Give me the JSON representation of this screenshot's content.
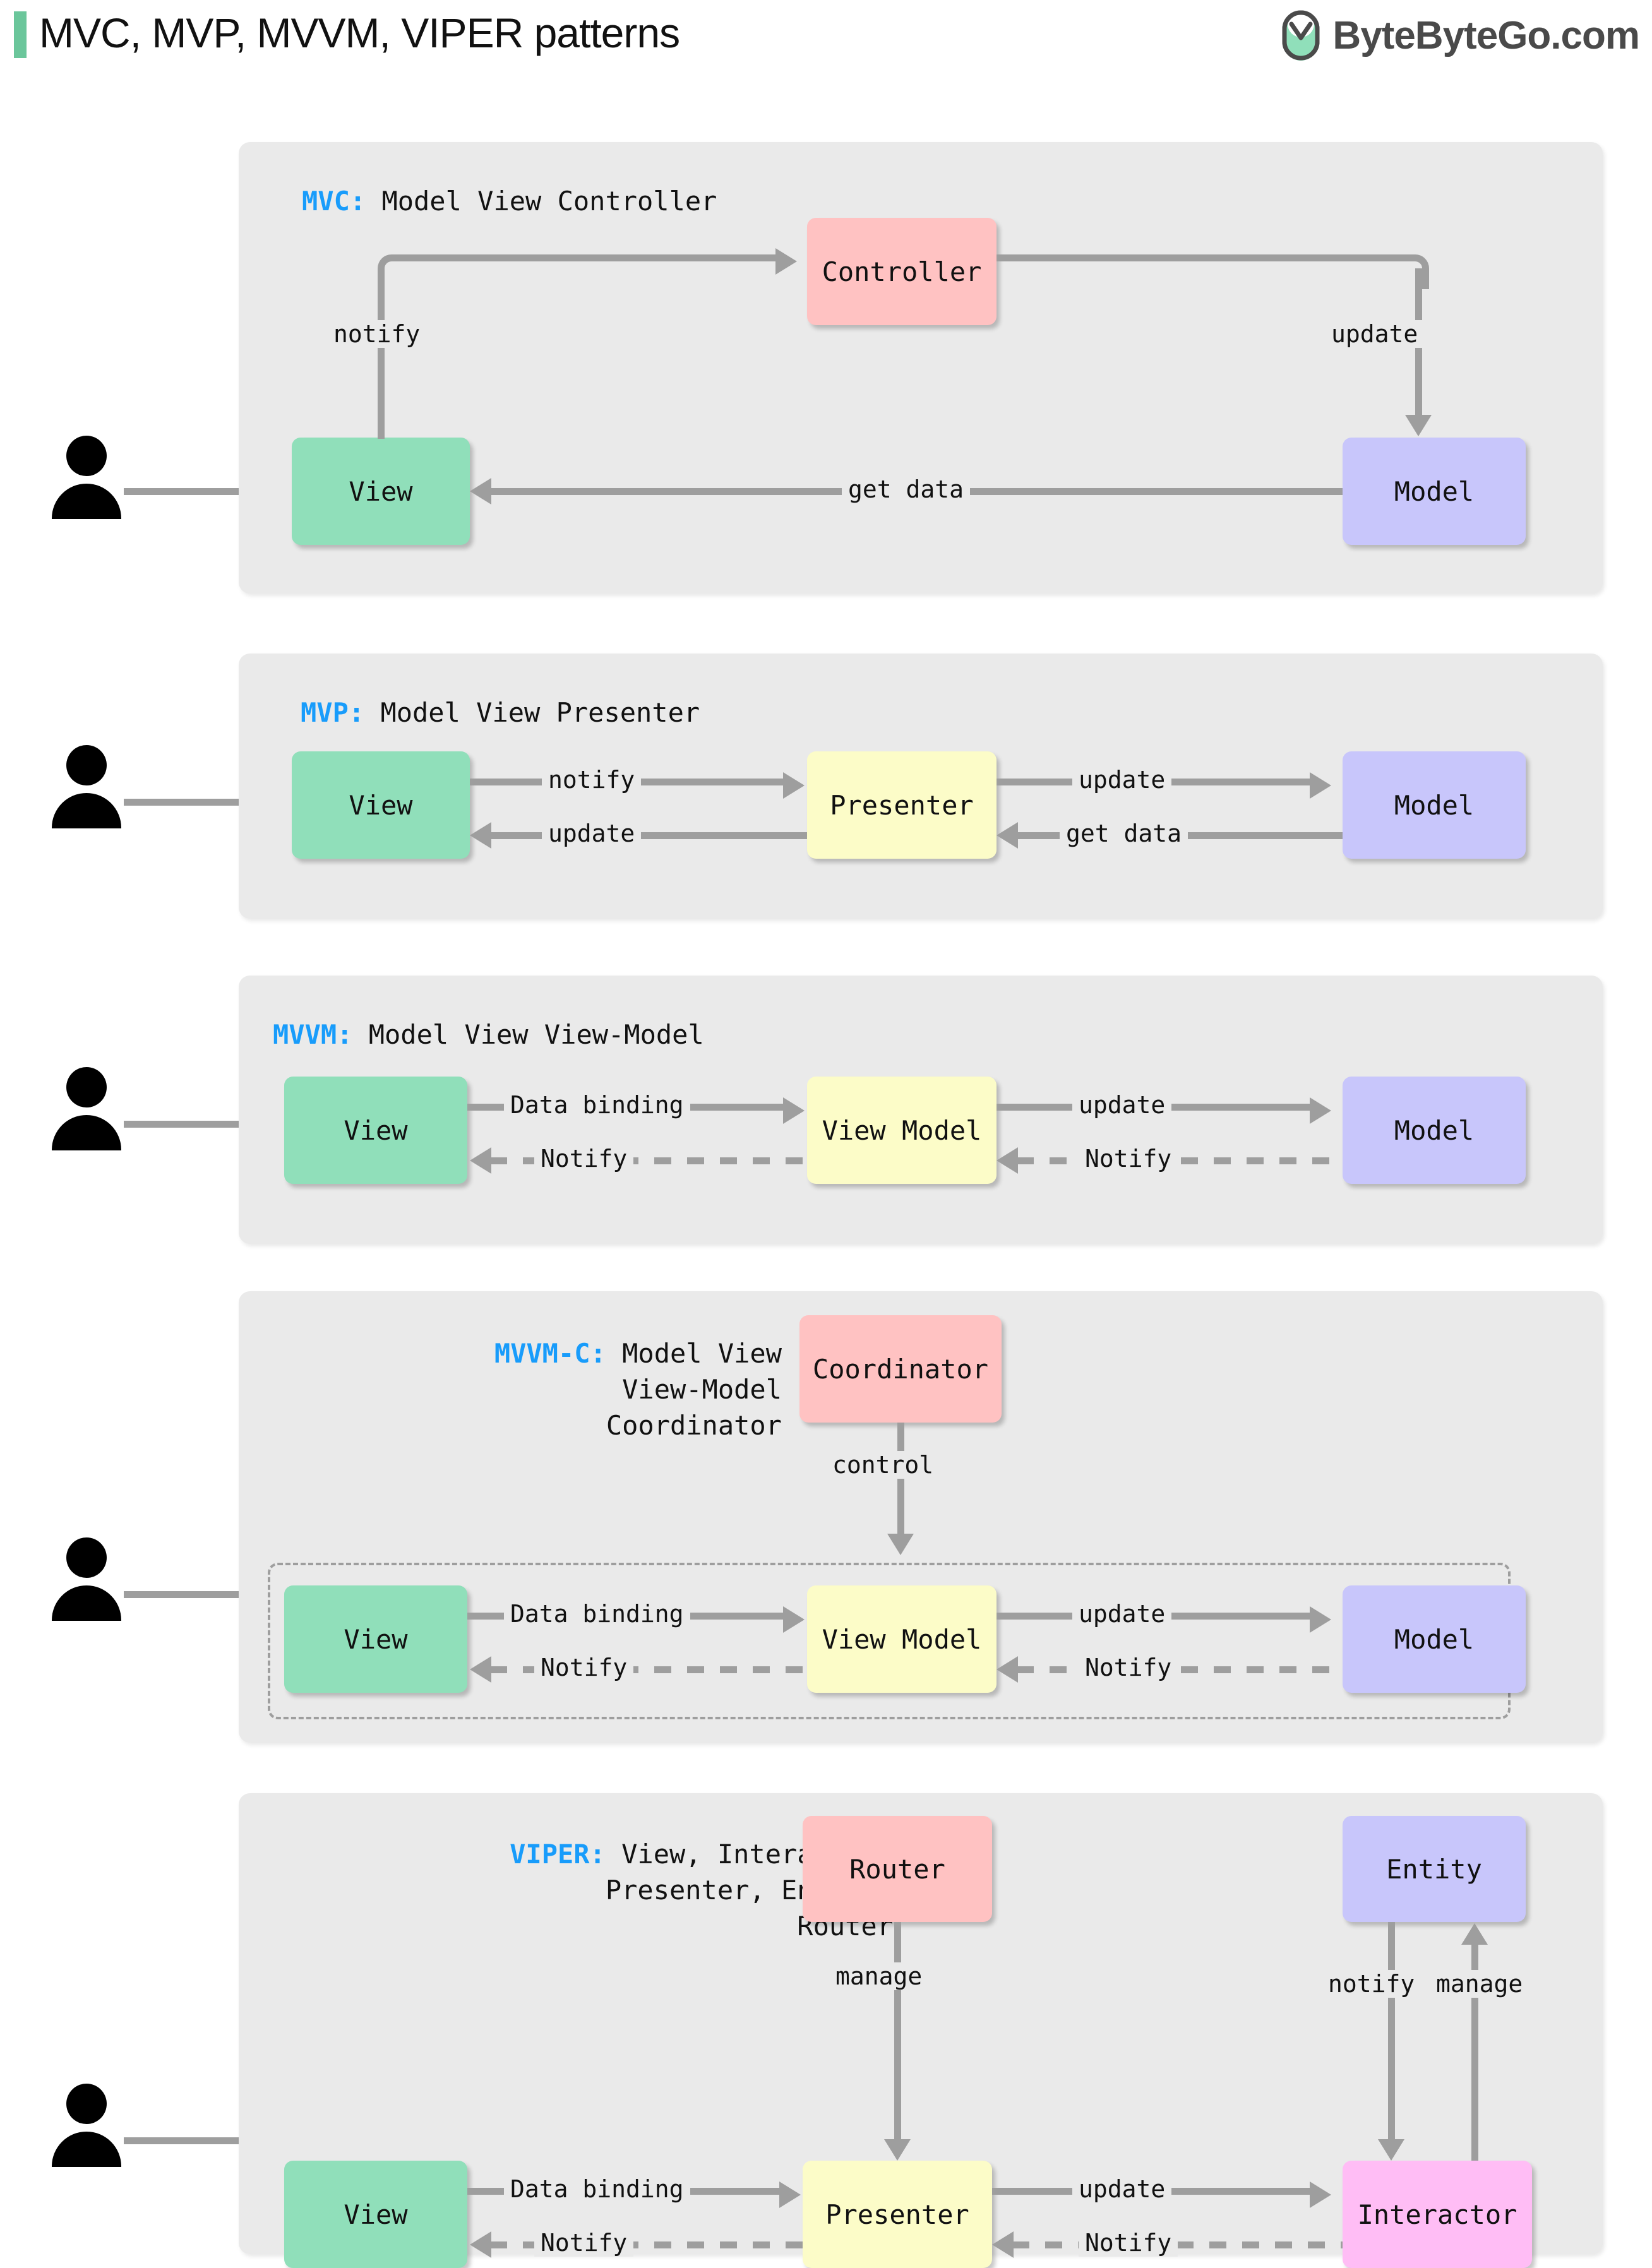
{
  "header": {
    "title": "MVC, MVP, MVVM, VIPER patterns",
    "accent_color": "#6BC69B",
    "brand": "ByteByteGo.com",
    "logo_icon": "bytebytego-logo-icon"
  },
  "palette": {
    "panel_bg": "#EAEAEA",
    "view_green": "#90DFBA",
    "model_purple": "#C8C6FB",
    "presenter_yellow": "#FCFCC8",
    "controller_red": "#FFC2C2",
    "interactor_magenta": "#FFBDF5",
    "connector_gray": "#9E9E9E",
    "key_blue": "#189CFB"
  },
  "sections": [
    {
      "id": "mvc",
      "key": "MVC:",
      "title_rest": " Model View Controller",
      "nodes": {
        "view": "View",
        "controller": "Controller",
        "model": "Model"
      },
      "edges": {
        "notify": "notify",
        "update": "update",
        "get_data": "get data"
      }
    },
    {
      "id": "mvp",
      "key": "MVP:",
      "title_rest": " Model View Presenter",
      "nodes": {
        "view": "View",
        "presenter": "Presenter",
        "model": "Model"
      },
      "edges": {
        "notify": "notify",
        "update_left": "update",
        "update_right": "update",
        "get_data": "get data"
      }
    },
    {
      "id": "mvvm",
      "key": "MVVM:",
      "title_rest": " Model View View-Model",
      "nodes": {
        "view": "View",
        "view_model": "View Model",
        "model": "Model"
      },
      "edges": {
        "data_binding": "Data binding",
        "notify_left": "Notify",
        "update": "update",
        "notify_right": "Notify"
      }
    },
    {
      "id": "mvvm-c",
      "key": "MVVM-C:",
      "title_rest": " Model View",
      "title_line2": "View-Model",
      "title_line3": "Coordinator",
      "nodes": {
        "coordinator": "Coordinator",
        "view": "View",
        "view_model": "View Model",
        "model": "Model"
      },
      "edges": {
        "control": "control",
        "data_binding": "Data binding",
        "notify_left": "Notify",
        "update": "update",
        "notify_right": "Notify"
      }
    },
    {
      "id": "viper",
      "key": "VIPER:",
      "title_rest": " View, Interactor,",
      "title_line2": "Presenter, Entity,",
      "title_line3": "Router",
      "nodes": {
        "router": "Router",
        "entity": "Entity",
        "view": "View",
        "presenter": "Presenter",
        "interactor": "Interactor"
      },
      "edges": {
        "manage_router": "manage",
        "notify_entity": "notify",
        "manage_entity": "manage",
        "data_binding": "Data binding",
        "notify_left": "Notify",
        "update": "update",
        "notify_right": "Notify"
      }
    }
  ]
}
